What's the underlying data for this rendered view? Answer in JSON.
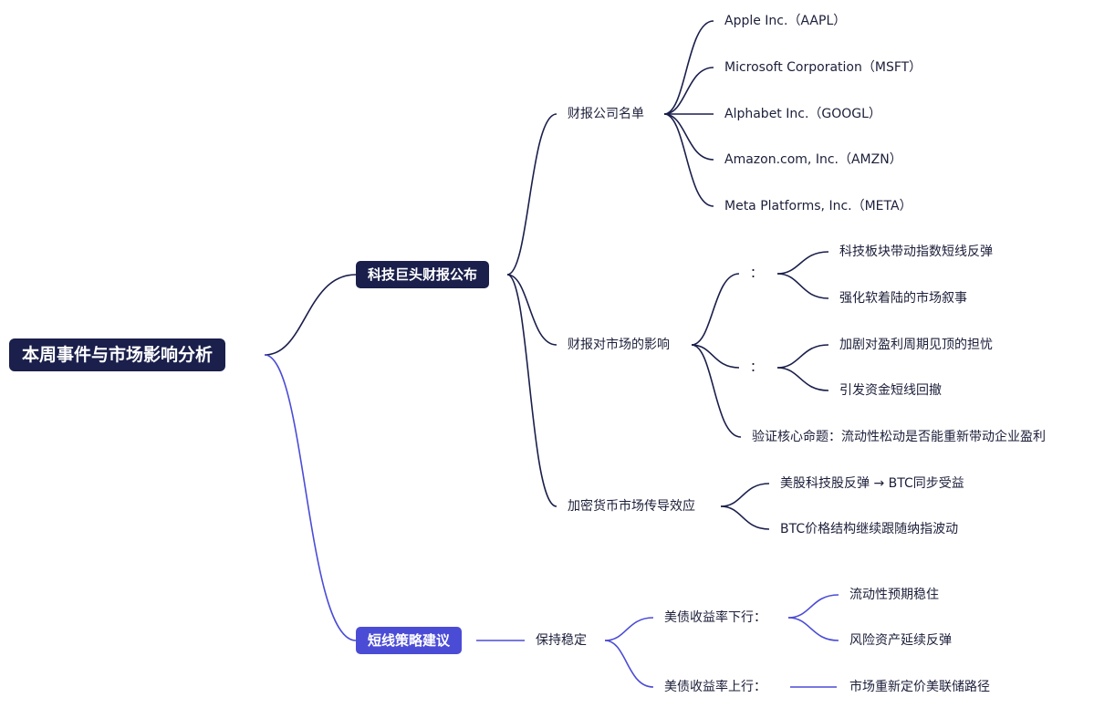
{
  "root": {
    "label": "本周事件与市场影响分析"
  },
  "branch_earnings": {
    "label": "科技巨头财报公布",
    "companies": {
      "label": "财报公司名单",
      "items": [
        "Apple Inc.（AAPL）",
        "Microsoft Corporation（MSFT）",
        "Alphabet Inc.（GOOGL）",
        "Amazon.com, Inc.（AMZN）",
        "Meta Platforms, Inc.（META）"
      ]
    },
    "impact": {
      "label": "财报对市场的影响",
      "positive": {
        "label": "：",
        "items": [
          "科技板块带动指数短线反弹",
          "强化软着陆的市场叙事"
        ]
      },
      "negative": {
        "label": "：",
        "items": [
          "加剧对盈利周期见顶的担忧",
          "引发资金短线回撤"
        ]
      },
      "core": "验证核心命题：流动性松动是否能重新带动企业盈利"
    },
    "crypto": {
      "label": "加密货币市场传导效应",
      "items": [
        "美股科技股反弹 → BTC同步受益",
        "BTC价格结构继续跟随纳指波动"
      ]
    },
    "colors": {
      "line": "#1a1f4b",
      "node_fill": "#1a1f4b"
    }
  },
  "branch_strategy": {
    "label": "短线策略建议",
    "stay": {
      "label": "保持稳定",
      "down": {
        "label": "美债收益率下行：",
        "items": [
          "流动性预期稳住",
          "风险资产延续反弹"
        ]
      },
      "up": {
        "label": "美债收益率上行：",
        "items": [
          "市场重新定价美联储路径"
        ]
      }
    },
    "colors": {
      "line": "#4b4cd6",
      "node_fill": "#4b4cd6"
    }
  }
}
